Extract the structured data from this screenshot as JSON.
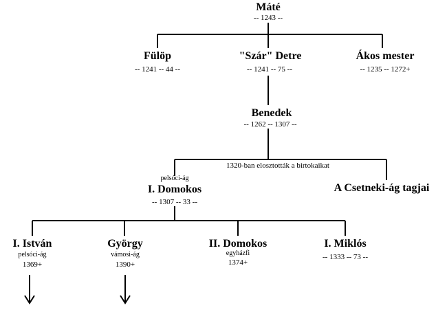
{
  "tree": {
    "root": {
      "name": "Máté",
      "years": "-- 1243 --"
    },
    "gen2": [
      {
        "name": "Fülöp",
        "years": "-- 1241 -- 44 --"
      },
      {
        "name": "\"Szár\" Detre",
        "years": "-- 1241 -- 75 --"
      },
      {
        "name": "Ákos mester",
        "years": "-- 1235 -- 1272+"
      }
    ],
    "benedek": {
      "name": "Benedek",
      "years": "-- 1262 -- 1307 --"
    },
    "division_note": "1320-ban elosztották a birtokaikat",
    "domokos1": {
      "branch": "pelsóci-ág",
      "name": "I. Domokos",
      "years": "-- 1307 -- 33 --"
    },
    "csetneki": {
      "name": "A Csetneki-ág tagjai"
    },
    "gen5": [
      {
        "name": "I. István",
        "branch": "pelsóci-ág",
        "years": "1369+"
      },
      {
        "name": "György",
        "branch": "vámosi-ág",
        "years": "1390+"
      },
      {
        "name": "II. Domokos",
        "branch": "egyházfi",
        "years": "1374+"
      },
      {
        "name": "I. Miklós",
        "years": "-- 1333 -- 73 --"
      }
    ]
  }
}
